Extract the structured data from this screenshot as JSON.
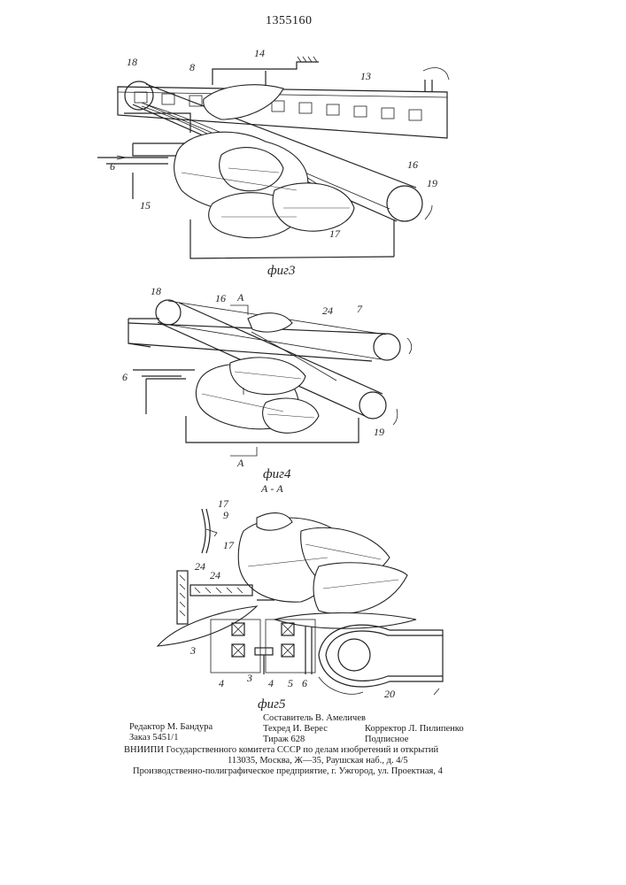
{
  "header": {
    "patent_number": "1355160"
  },
  "figures": {
    "fig3": {
      "caption": "фиг3",
      "labels": {
        "l18": "18",
        "l8": "8",
        "l14": "14",
        "l13": "13",
        "l6": "6",
        "l15": "15",
        "l16": "16",
        "l19": "19",
        "l17": "17"
      }
    },
    "fig4": {
      "caption": "фиг4",
      "labels": {
        "l18": "18",
        "l16": "16",
        "lA1": "A",
        "l24": "24",
        "l7": "7",
        "l6": "6",
        "l19": "19",
        "lA2": "A"
      }
    },
    "fig5": {
      "caption": "фиг5",
      "section": "А - А",
      "labels": {
        "l17a": "17",
        "l9": "9",
        "l17b": "17",
        "l24a": "24",
        "l24b": "24",
        "l3a": "3",
        "l4a": "4",
        "l3b": "3",
        "l4b": "4",
        "l5": "5",
        "l6": "6",
        "l20": "20"
      }
    }
  },
  "imprint": {
    "editor": "Редактор М. Бандура",
    "order": "Заказ 5451/1",
    "compiler": "Составитель В. Амеличев",
    "techred": "Техред И. Верес",
    "circulation": "Тираж 628",
    "corrector": "Корректор Л. Пилипенко",
    "subscription": "Подписное",
    "vniipi": "ВНИИПИ Государственного комитета СССР по делам изобретений и открытий",
    "address": "113035, Москва, Ж—35, Раушская наб., д. 4/5",
    "printer": "Производственно-полиграфическое предприятие, г. Ужгород, ул. Проектная, 4"
  }
}
